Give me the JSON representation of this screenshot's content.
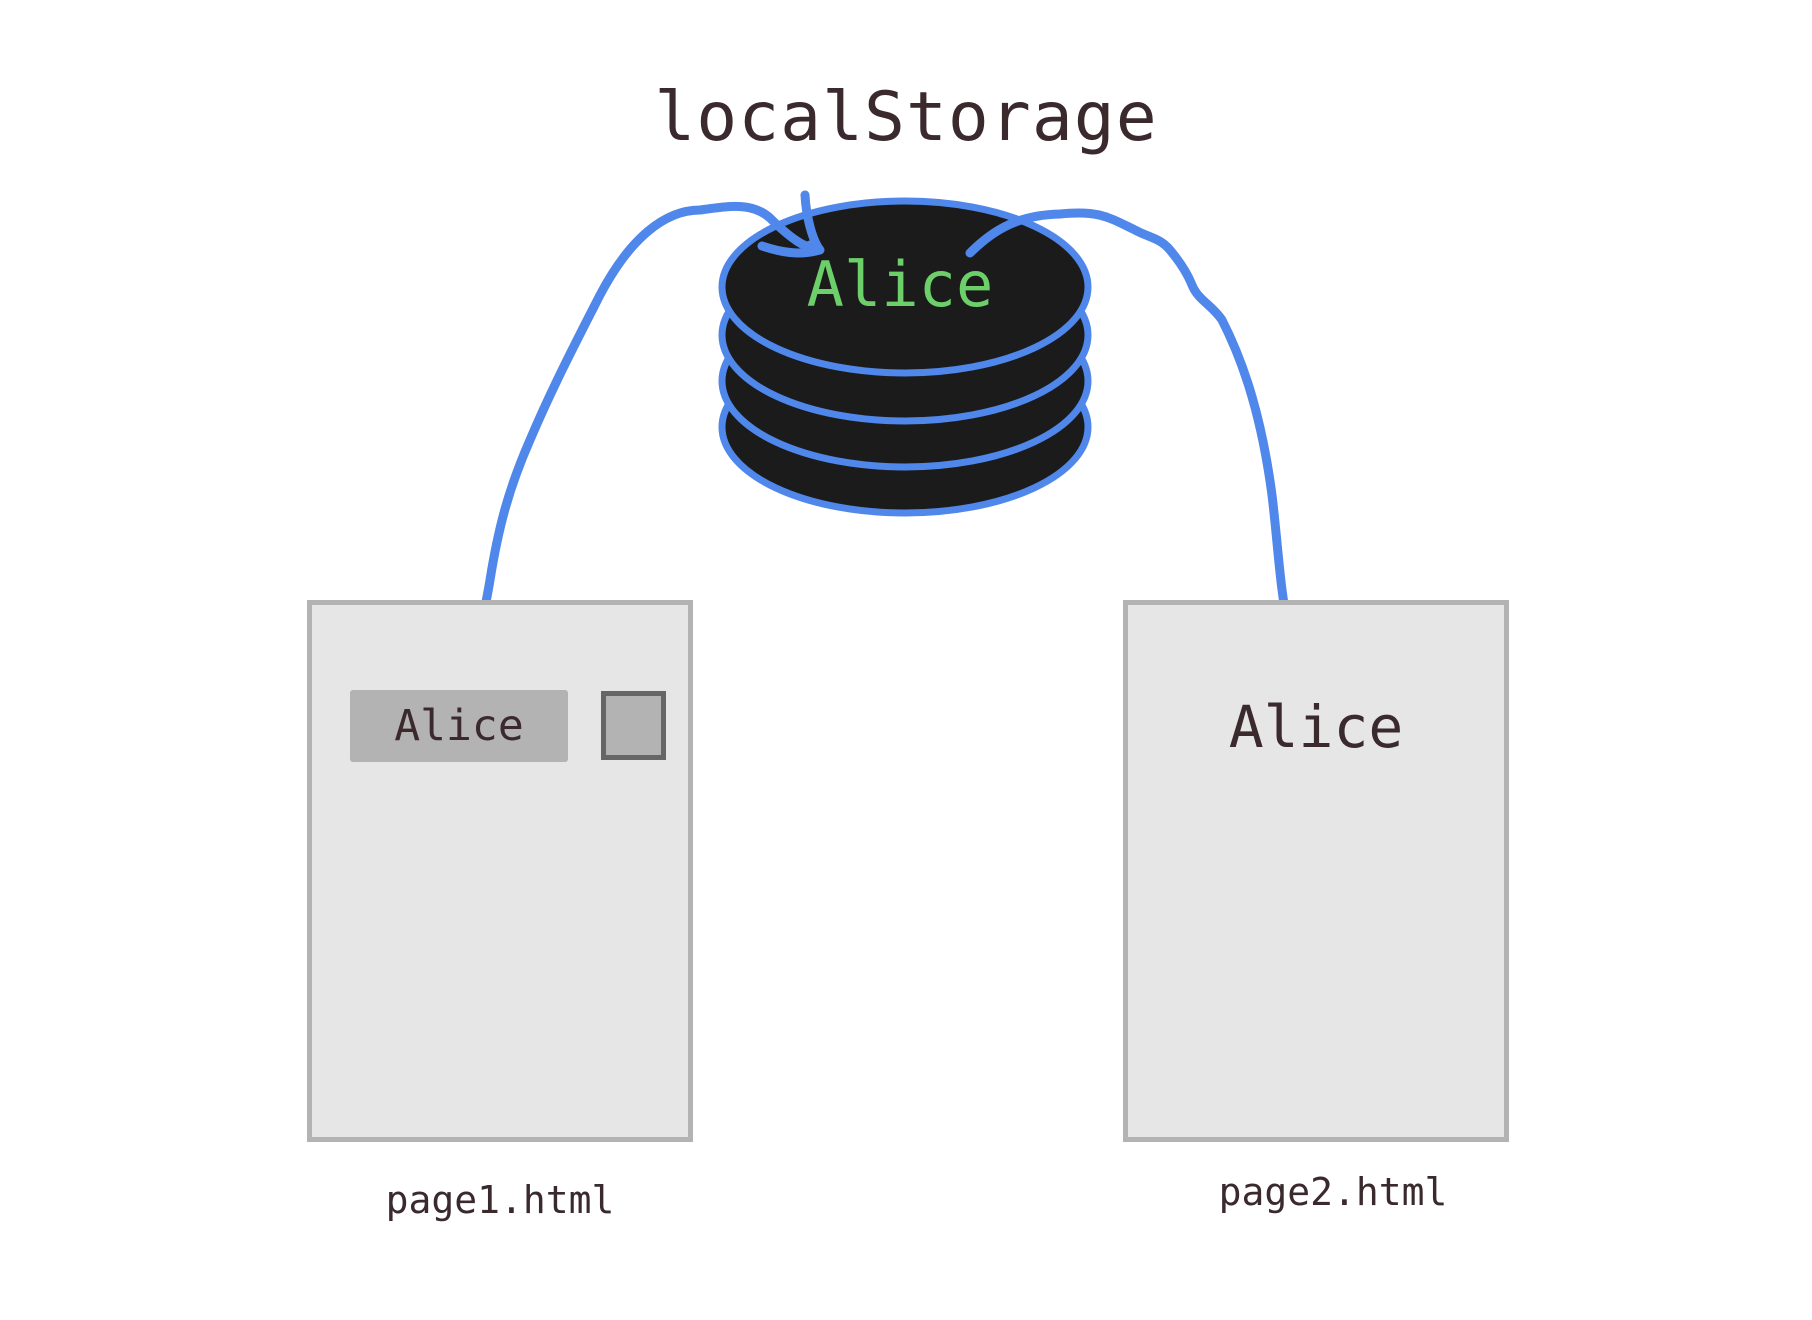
{
  "storage": {
    "title": "localStorage",
    "stored_value": "Alice",
    "value_color": "#6ccf6a",
    "disk_fill": "#1b1b1b",
    "disk_stroke": "#4f87ea"
  },
  "page1": {
    "input_value": "Alice",
    "caption": "page1.html"
  },
  "page2": {
    "displayed_value": "Alice",
    "caption": "page2.html"
  },
  "colors": {
    "arrow": "#4f87ea",
    "page_bg": "#e6e6e6",
    "page_border": "#b3b3b3",
    "text": "#3a2a2e"
  }
}
